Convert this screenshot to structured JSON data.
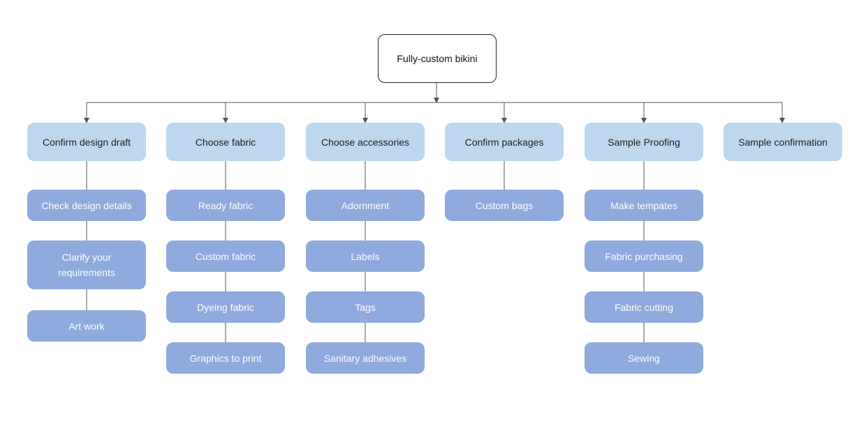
{
  "diagram": {
    "root": {
      "label": "Fully-custom bikini"
    },
    "colors": {
      "category_fill": "#bdd7ee",
      "subtask_fill": "#8faadc",
      "connector": "#555555",
      "root_border": "#222222"
    },
    "columns": [
      {
        "label": "Confirm design draft",
        "items": [
          "Check design details",
          "Clarify your requirements",
          "Art work"
        ]
      },
      {
        "label": "Choose fabric",
        "items": [
          "Ready fabric",
          "Custom fabric",
          "Dyeing fabric",
          "Graphics to print"
        ]
      },
      {
        "label": "Choose accessories",
        "items": [
          "Adornment",
          "Labels",
          "Tags",
          "Sanitary adhesives"
        ]
      },
      {
        "label": "Confirm packages",
        "items": [
          "Custom bags"
        ]
      },
      {
        "label": "Sample Proofing",
        "items": [
          "Make tempates",
          "Fabric purchasing",
          "Fabric cutting",
          "Sewing"
        ]
      },
      {
        "label": "Sample confirmation",
        "items": []
      }
    ]
  }
}
